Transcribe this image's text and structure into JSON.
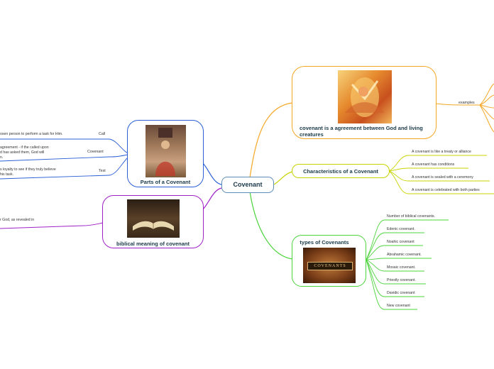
{
  "central": {
    "label": "Covenant"
  },
  "agreement": {
    "title": "covenant is a agreement between God and living creatures",
    "connector_label": "examples",
    "color": "#f5a623"
  },
  "characteristics": {
    "title": "Characteristics of a Covenant",
    "color": "#c8d400",
    "items": [
      "A covenant is like a treaty or alliance",
      "A covenant has conditions",
      "A covenant is sealed with a ceremony",
      "A covenant is celebrated with both parties"
    ]
  },
  "types": {
    "title": "types of Covenants",
    "image_text": "COVENANTS",
    "color": "#4cd43c",
    "items": [
      "Number of biblical covenants.",
      "Edenic covenant.",
      "Noahic covenant",
      "Abrahamic covenant.",
      "Mosaic covenant.",
      "Priestly covenant.",
      "Davidic covenant",
      "New covenant"
    ]
  },
  "parts": {
    "title": "Parts of a Covenant",
    "color": "#2a5fd6",
    "items": [
      {
        "label": "Call",
        "text": "osen person to perform a task for Him."
      },
      {
        "label": "Covenant",
        "text": "agreement - if the called upon\nd has asked them, God will\nn."
      },
      {
        "label": "Test",
        "text": "s loyalty to see if they truly believe\nhis task."
      }
    ]
  },
  "biblical": {
    "title": "biblical meaning of covenant",
    "color": "#a020c8",
    "items": [
      "r God, as revealed in"
    ]
  }
}
